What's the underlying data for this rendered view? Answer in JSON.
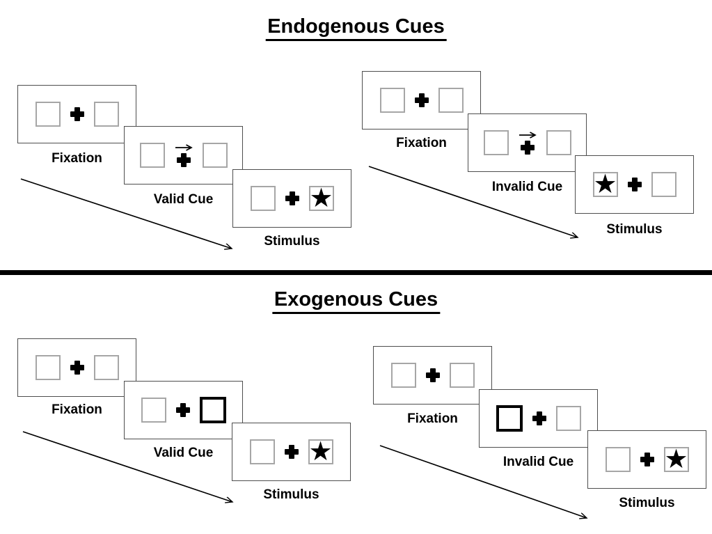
{
  "sections": [
    {
      "title": "Endogenous Cues",
      "sequences": [
        {
          "name": "endogenous-valid",
          "panels": [
            {
              "label": "Fixation",
              "left_box": "empty",
              "right_box": "empty",
              "center": "plus"
            },
            {
              "label": "Valid Cue",
              "left_box": "empty",
              "right_box": "empty",
              "center": "plus",
              "cue": "arrow-right-above-plus"
            },
            {
              "label": "Stimulus",
              "left_box": "empty",
              "right_box": "star",
              "center": "plus"
            }
          ]
        },
        {
          "name": "endogenous-invalid",
          "panels": [
            {
              "label": "Fixation",
              "left_box": "empty",
              "right_box": "empty",
              "center": "plus"
            },
            {
              "label": "Invalid Cue",
              "left_box": "empty",
              "right_box": "empty",
              "center": "plus",
              "cue": "arrow-right-above-plus"
            },
            {
              "label": "Stimulus",
              "left_box": "star",
              "right_box": "empty",
              "center": "plus"
            }
          ]
        }
      ]
    },
    {
      "title": "Exogenous Cues",
      "sequences": [
        {
          "name": "exogenous-valid",
          "panels": [
            {
              "label": "Fixation",
              "left_box": "empty",
              "right_box": "empty",
              "center": "plus"
            },
            {
              "label": "Valid Cue",
              "left_box": "empty",
              "right_box": "thick-outline",
              "center": "plus"
            },
            {
              "label": "Stimulus",
              "left_box": "empty",
              "right_box": "star",
              "center": "plus"
            }
          ]
        },
        {
          "name": "exogenous-invalid",
          "panels": [
            {
              "label": "Fixation",
              "left_box": "empty",
              "right_box": "empty",
              "center": "plus"
            },
            {
              "label": "Invalid Cue",
              "left_box": "thick-outline",
              "right_box": "empty",
              "center": "plus"
            },
            {
              "label": "Stimulus",
              "left_box": "empty",
              "right_box": "star",
              "center": "plus"
            }
          ]
        }
      ]
    }
  ],
  "icons": {
    "star": "★"
  },
  "colors": {
    "ink": "#000000",
    "panel_border": "#4d4d4d",
    "box_border": "#a6a6a6",
    "background": "#ffffff"
  }
}
